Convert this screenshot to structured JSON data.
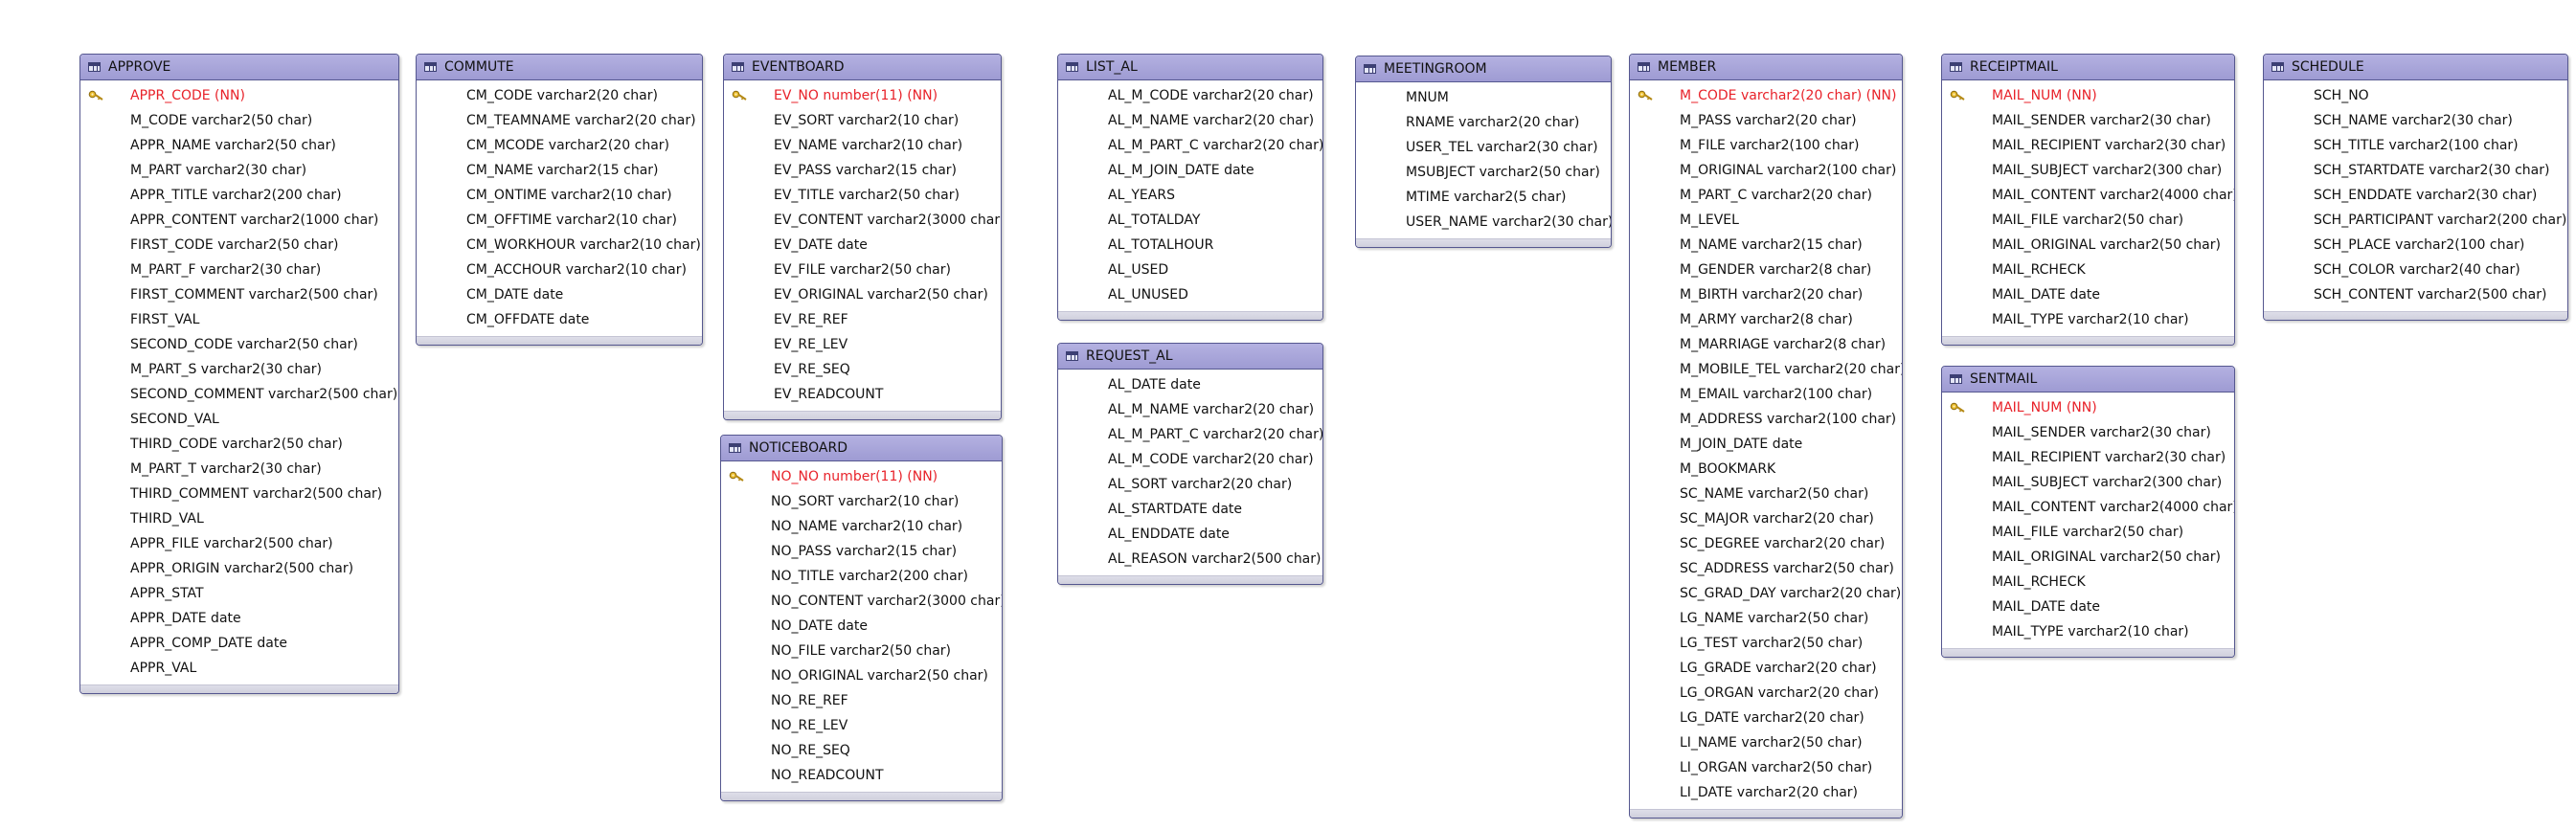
{
  "colors": {
    "header": "#a9a6da",
    "border": "#55578f",
    "primary_key": "#e8222a"
  },
  "tables": [
    {
      "name": "APPROVE",
      "columns": [
        {
          "text": "APPR_CODE  (NN)",
          "pk": true
        },
        {
          "text": "M_CODE varchar2(50 char)"
        },
        {
          "text": "APPR_NAME varchar2(50 char)"
        },
        {
          "text": "M_PART varchar2(30 char)"
        },
        {
          "text": "APPR_TITLE varchar2(200 char)"
        },
        {
          "text": "APPR_CONTENT varchar2(1000 char)"
        },
        {
          "text": "FIRST_CODE varchar2(50 char)"
        },
        {
          "text": "M_PART_F varchar2(30 char)"
        },
        {
          "text": "FIRST_COMMENT varchar2(500 char)"
        },
        {
          "text": "FIRST_VAL"
        },
        {
          "text": "SECOND_CODE varchar2(50 char)"
        },
        {
          "text": "M_PART_S varchar2(30 char)"
        },
        {
          "text": "SECOND_COMMENT varchar2(500 char)"
        },
        {
          "text": "SECOND_VAL"
        },
        {
          "text": "THIRD_CODE varchar2(50 char)"
        },
        {
          "text": "M_PART_T varchar2(30 char)"
        },
        {
          "text": "THIRD_COMMENT varchar2(500 char)"
        },
        {
          "text": "THIRD_VAL"
        },
        {
          "text": "APPR_FILE varchar2(500 char)"
        },
        {
          "text": "APPR_ORIGIN varchar2(500 char)"
        },
        {
          "text": "APPR_STAT"
        },
        {
          "text": "APPR_DATE date"
        },
        {
          "text": "APPR_COMP_DATE date"
        },
        {
          "text": "APPR_VAL"
        }
      ]
    },
    {
      "name": "COMMUTE",
      "columns": [
        {
          "text": "CM_CODE varchar2(20 char)"
        },
        {
          "text": "CM_TEAMNAME varchar2(20 char)"
        },
        {
          "text": "CM_MCODE varchar2(20 char)"
        },
        {
          "text": "CM_NAME varchar2(15 char)"
        },
        {
          "text": "CM_ONTIME varchar2(10 char)"
        },
        {
          "text": "CM_OFFTIME varchar2(10 char)"
        },
        {
          "text": "CM_WORKHOUR varchar2(10 char)"
        },
        {
          "text": "CM_ACCHOUR varchar2(10 char)"
        },
        {
          "text": "CM_DATE date"
        },
        {
          "text": "CM_OFFDATE date"
        }
      ]
    },
    {
      "name": "EVENTBOARD",
      "columns": [
        {
          "text": "EV_NO number(11)  (NN)",
          "pk": true
        },
        {
          "text": "EV_SORT varchar2(10 char)"
        },
        {
          "text": "EV_NAME varchar2(10 char)"
        },
        {
          "text": "EV_PASS varchar2(15 char)"
        },
        {
          "text": "EV_TITLE varchar2(50 char)"
        },
        {
          "text": "EV_CONTENT varchar2(3000 char)"
        },
        {
          "text": "EV_DATE date"
        },
        {
          "text": "EV_FILE varchar2(50 char)"
        },
        {
          "text": "EV_ORIGINAL varchar2(50 char)"
        },
        {
          "text": "EV_RE_REF"
        },
        {
          "text": "EV_RE_LEV"
        },
        {
          "text": "EV_RE_SEQ"
        },
        {
          "text": "EV_READCOUNT"
        }
      ]
    },
    {
      "name": "NOTICEBOARD",
      "columns": [
        {
          "text": "NO_NO number(11)  (NN)",
          "pk": true
        },
        {
          "text": "NO_SORT varchar2(10 char)"
        },
        {
          "text": "NO_NAME varchar2(10 char)"
        },
        {
          "text": "NO_PASS varchar2(15 char)"
        },
        {
          "text": "NO_TITLE varchar2(200 char)"
        },
        {
          "text": "NO_CONTENT varchar2(3000 char)"
        },
        {
          "text": "NO_DATE date"
        },
        {
          "text": "NO_FILE varchar2(50 char)"
        },
        {
          "text": "NO_ORIGINAL varchar2(50 char)"
        },
        {
          "text": "NO_RE_REF"
        },
        {
          "text": "NO_RE_LEV"
        },
        {
          "text": "NO_RE_SEQ"
        },
        {
          "text": "NO_READCOUNT"
        }
      ]
    },
    {
      "name": "LIST_AL",
      "columns": [
        {
          "text": "AL_M_CODE varchar2(20 char)"
        },
        {
          "text": "AL_M_NAME varchar2(20 char)"
        },
        {
          "text": "AL_M_PART_C varchar2(20 char)"
        },
        {
          "text": "AL_M_JOIN_DATE date"
        },
        {
          "text": "AL_YEARS"
        },
        {
          "text": "AL_TOTALDAY"
        },
        {
          "text": "AL_TOTALHOUR"
        },
        {
          "text": "AL_USED"
        },
        {
          "text": "AL_UNUSED"
        }
      ]
    },
    {
      "name": "REQUEST_AL",
      "columns": [
        {
          "text": "AL_DATE date"
        },
        {
          "text": "AL_M_NAME varchar2(20 char)"
        },
        {
          "text": "AL_M_PART_C varchar2(20 char)"
        },
        {
          "text": "AL_M_CODE varchar2(20 char)"
        },
        {
          "text": "AL_SORT varchar2(20 char)"
        },
        {
          "text": "AL_STARTDATE date"
        },
        {
          "text": "AL_ENDDATE date"
        },
        {
          "text": "AL_REASON varchar2(500 char)"
        }
      ]
    },
    {
      "name": "MEETINGROOM",
      "columns": [
        {
          "text": "MNUM"
        },
        {
          "text": "RNAME varchar2(20 char)"
        },
        {
          "text": "USER_TEL varchar2(30 char)"
        },
        {
          "text": "MSUBJECT varchar2(50 char)"
        },
        {
          "text": "MTIME varchar2(5 char)"
        },
        {
          "text": "USER_NAME varchar2(30 char)"
        }
      ]
    },
    {
      "name": "MEMBER",
      "columns": [
        {
          "text": "M_CODE varchar2(20 char)  (NN)",
          "pk": true
        },
        {
          "text": "M_PASS varchar2(20 char)"
        },
        {
          "text": "M_FILE varchar2(100 char)"
        },
        {
          "text": "M_ORIGINAL varchar2(100 char)"
        },
        {
          "text": "M_PART_C varchar2(20 char)"
        },
        {
          "text": "M_LEVEL"
        },
        {
          "text": "M_NAME varchar2(15 char)"
        },
        {
          "text": "M_GENDER varchar2(8 char)"
        },
        {
          "text": "M_BIRTH varchar2(20 char)"
        },
        {
          "text": "M_ARMY varchar2(8 char)"
        },
        {
          "text": "M_MARRIAGE varchar2(8 char)"
        },
        {
          "text": "M_MOBILE_TEL varchar2(20 char)"
        },
        {
          "text": "M_EMAIL varchar2(100 char)"
        },
        {
          "text": "M_ADDRESS varchar2(100 char)"
        },
        {
          "text": "M_JOIN_DATE date"
        },
        {
          "text": "M_BOOKMARK"
        },
        {
          "text": "SC_NAME varchar2(50 char)"
        },
        {
          "text": "SC_MAJOR varchar2(20 char)"
        },
        {
          "text": "SC_DEGREE varchar2(20 char)"
        },
        {
          "text": "SC_ADDRESS varchar2(50 char)"
        },
        {
          "text": "SC_GRAD_DAY varchar2(20 char)"
        },
        {
          "text": "LG_NAME varchar2(50 char)"
        },
        {
          "text": "LG_TEST varchar2(50 char)"
        },
        {
          "text": "LG_GRADE varchar2(20 char)"
        },
        {
          "text": "LG_ORGAN varchar2(20 char)"
        },
        {
          "text": "LG_DATE varchar2(20 char)"
        },
        {
          "text": "LI_NAME varchar2(50 char)"
        },
        {
          "text": "LI_ORGAN varchar2(50 char)"
        },
        {
          "text": "LI_DATE varchar2(20 char)"
        }
      ]
    },
    {
      "name": "RECEIPTMAIL",
      "columns": [
        {
          "text": "MAIL_NUM  (NN)",
          "pk": true
        },
        {
          "text": "MAIL_SENDER varchar2(30 char)"
        },
        {
          "text": "MAIL_RECIPIENT varchar2(30 char)"
        },
        {
          "text": "MAIL_SUBJECT varchar2(300 char)"
        },
        {
          "text": "MAIL_CONTENT varchar2(4000 char)"
        },
        {
          "text": "MAIL_FILE varchar2(50 char)"
        },
        {
          "text": "MAIL_ORIGINAL varchar2(50 char)"
        },
        {
          "text": "MAIL_RCHECK"
        },
        {
          "text": "MAIL_DATE date"
        },
        {
          "text": "MAIL_TYPE varchar2(10 char)"
        }
      ]
    },
    {
      "name": "SENTMAIL",
      "columns": [
        {
          "text": "MAIL_NUM  (NN)",
          "pk": true
        },
        {
          "text": "MAIL_SENDER varchar2(30 char)"
        },
        {
          "text": "MAIL_RECIPIENT varchar2(30 char)"
        },
        {
          "text": "MAIL_SUBJECT varchar2(300 char)"
        },
        {
          "text": "MAIL_CONTENT varchar2(4000 char)"
        },
        {
          "text": "MAIL_FILE varchar2(50 char)"
        },
        {
          "text": "MAIL_ORIGINAL varchar2(50 char)"
        },
        {
          "text": "MAIL_RCHECK"
        },
        {
          "text": "MAIL_DATE date"
        },
        {
          "text": "MAIL_TYPE varchar2(10 char)"
        }
      ]
    },
    {
      "name": "SCHEDULE",
      "columns": [
        {
          "text": "SCH_NO"
        },
        {
          "text": "SCH_NAME varchar2(30 char)"
        },
        {
          "text": "SCH_TITLE varchar2(100 char)"
        },
        {
          "text": "SCH_STARTDATE varchar2(30 char)"
        },
        {
          "text": "SCH_ENDDATE varchar2(30 char)"
        },
        {
          "text": "SCH_PARTICIPANT varchar2(200 char)"
        },
        {
          "text": "SCH_PLACE varchar2(100 char)"
        },
        {
          "text": "SCH_COLOR varchar2(40 char)"
        },
        {
          "text": "SCH_CONTENT varchar2(500 char)"
        }
      ]
    }
  ]
}
